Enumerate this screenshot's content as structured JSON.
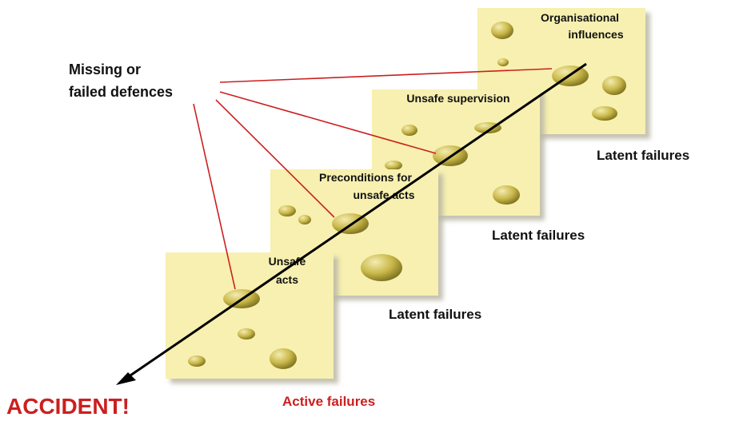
{
  "title": "",
  "defence_label": {
    "line1": "Missing or",
    "line2": "failed defences"
  },
  "slices": [
    {
      "id": "organisational-influences",
      "label_lines": [
        "Organisational",
        "influences"
      ],
      "failure_label": "Latent failures"
    },
    {
      "id": "unsafe-supervision",
      "label_lines": [
        "Unsafe supervision"
      ],
      "failure_label": "Latent failures"
    },
    {
      "id": "preconditions-for-unsafe-acts",
      "label_lines": [
        "Preconditions for",
        "unsafe acts"
      ],
      "failure_label": "Latent failures"
    },
    {
      "id": "unsafe-acts",
      "label_lines": [
        "Unsafe",
        "acts"
      ],
      "failure_label": "Active failures"
    }
  ],
  "outcome_label": "ACCIDENT!",
  "colors": {
    "slice_fill": "#f7f0b0",
    "slice_shadow": "#c9c6ae",
    "hole_light": "#f4ecb0",
    "hole_dark": "#8a7e22",
    "defence_lines": "#cc1f1f",
    "trajectory": "#000000",
    "accident_text": "#cc1f1f",
    "active_failure_text": "#cc1f1f"
  },
  "icons": {
    "holes": "cheese-hole-icon",
    "trajectory_arrow": "arrow-head-icon"
  }
}
